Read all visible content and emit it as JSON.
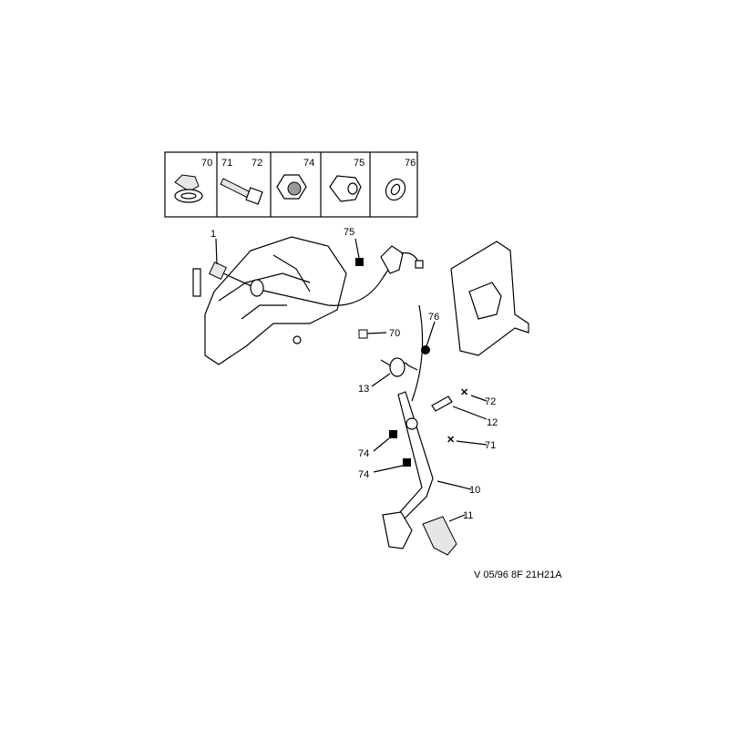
{
  "legend": {
    "cells": [
      {
        "labels": [
          "70"
        ],
        "icon": "cable-clip"
      },
      {
        "labels": [
          "71",
          "72"
        ],
        "icon": "bolt"
      },
      {
        "labels": [
          "74"
        ],
        "icon": "lock-nut"
      },
      {
        "labels": [
          "75"
        ],
        "icon": "cap-nut"
      },
      {
        "labels": [
          "76"
        ],
        "icon": "washer"
      }
    ]
  },
  "callouts": {
    "c1": "1",
    "c75": "75",
    "c70": "70",
    "c76": "76",
    "c13": "13",
    "c72": "72",
    "c12": "12",
    "c71": "71",
    "c74a": "74",
    "c74b": "74",
    "c10": "10",
    "c11": "11"
  },
  "footer": {
    "reference": "V 05/96 8F 21H21A"
  }
}
